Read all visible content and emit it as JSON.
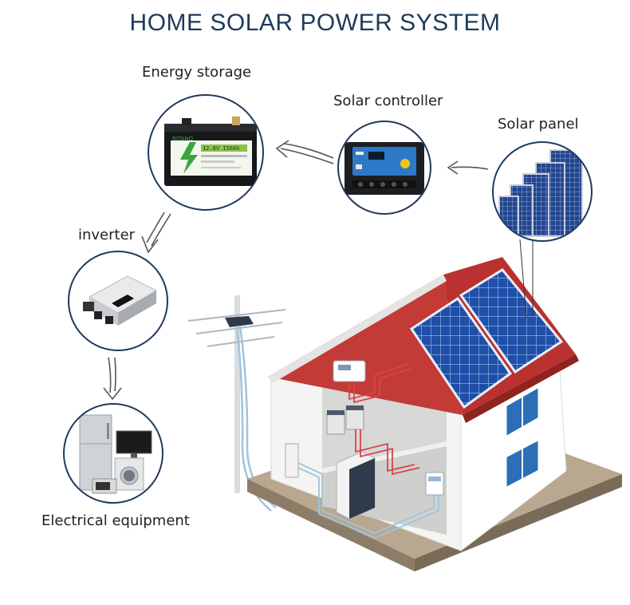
{
  "title": "HOME SOLAR POWER SYSTEM",
  "nodes": {
    "energy_storage": "Energy storage",
    "solar_controller": "Solar controller",
    "solar_panel": "Solar panel",
    "inverter": "inverter",
    "electrical_equipment": "Electrical equipment"
  },
  "battery": {
    "brand": "RITANO",
    "spec": "12.8V 150Ah"
  },
  "colors": {
    "title": "#1e3a5c",
    "circle_border": "#1e3a5c",
    "roof": "#b9322f",
    "panel": "#1f4fa8",
    "wire_red": "#d9434b",
    "wire_blue": "#9fc4dd"
  }
}
